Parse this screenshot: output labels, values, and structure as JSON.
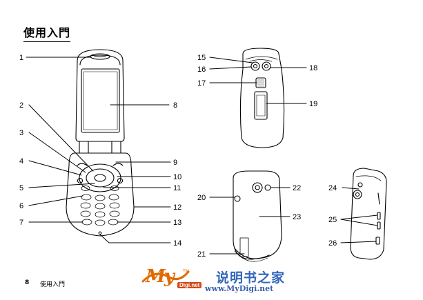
{
  "page": {
    "title": "使用入門",
    "footer_page_number": "8",
    "footer_section": "使用入門"
  },
  "callouts": [
    "1",
    "2",
    "3",
    "4",
    "5",
    "6",
    "7",
    "8",
    "9",
    "10",
    "11",
    "12",
    "13",
    "14",
    "15",
    "16",
    "17",
    "18",
    "19",
    "20",
    "21",
    "22",
    "23",
    "24",
    "25",
    "26"
  ],
  "watermark": {
    "logo_text": "My",
    "logo_tm": "TM",
    "logo_badge": "Digi.net",
    "chinese_text": "说明书之家",
    "url": "www.MyDigi.net"
  }
}
